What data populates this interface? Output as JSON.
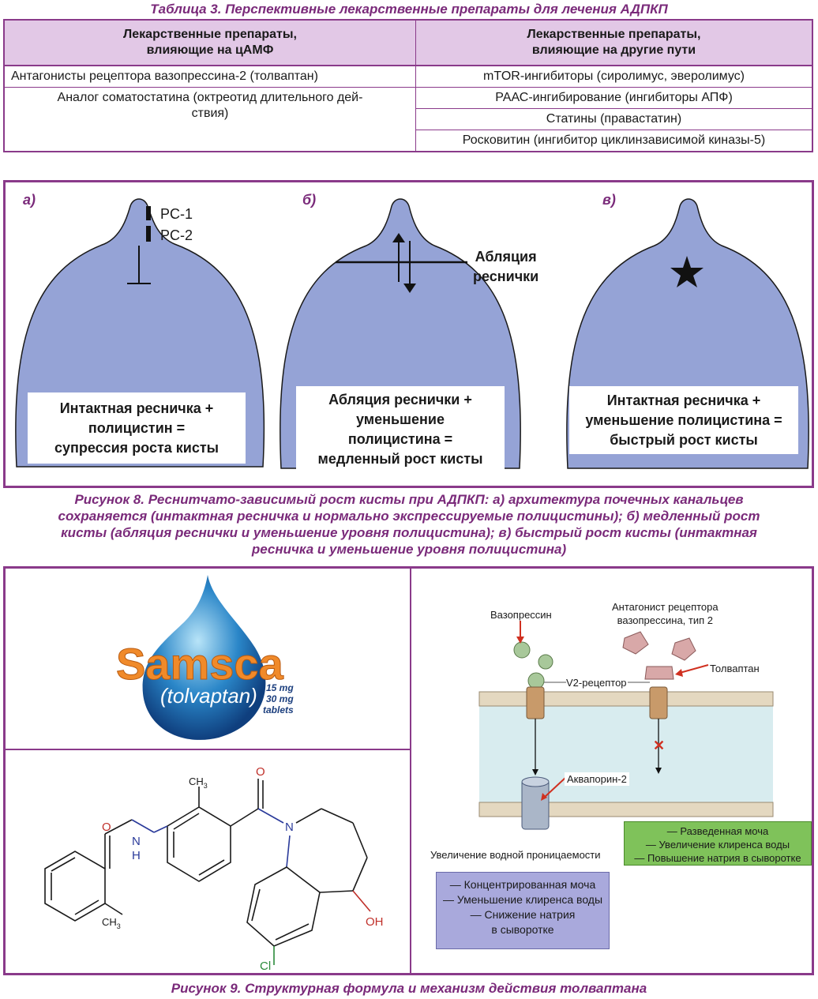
{
  "table": {
    "caption": "Таблица 3. Перспективные лекарственные препараты для лечения АДПКП",
    "header_left": "Лекарственные препараты,\nвлияющие на цАМФ",
    "header_right": "Лекарственные препараты,\nвлияющие на другие пути",
    "left_cells": [
      "Антагонисты рецептора вазопрессина-2 (толваптан)",
      "Аналог соматостатина (октреотид длительного дей-\nствия)"
    ],
    "right_cells": [
      "mTOR-ингибиторы (сиролимус, эверолимус)",
      "РААС-ингибирование (ингибиторы АПФ)",
      "Статины (правастатин)",
      "Росковитин (ингибитор циклинзависимой киназы-5)"
    ]
  },
  "figure8": {
    "panels": [
      {
        "letter": "а)",
        "text": "Интактная ресничка +\nполицистин =\nсупрессия роста кисты"
      },
      {
        "letter": "б)",
        "text": "Абляция реснички +\nуменьшение\nполицистина =\nмедленный рост кисты"
      },
      {
        "letter": "в)",
        "text": "Интактная ресничка +\nуменьшение полицистина =\nбыстрый рост кисты"
      }
    ],
    "pc1": "PC-1",
    "pc2": "PC-2",
    "ablation_label": "Абляция\nреснички",
    "bottle_color": "#95a3d6",
    "caption": "Рисунок 8. Реснитчато-зависимый рост кисты при АДПКП: а) архитектура почечных канальцев\nсохраняется (интактная ресничка и нормально экспрессируемые полицистины); б) медленный рост\nкисты (абляция реснички и уменьшение уровня полицистина); в) быстрый рост кисты (интактная\nресничка и уменьшение уровня полицистина)"
  },
  "figure9": {
    "logo": {
      "brand": "Samsca",
      "generic": "(tolvaptan)",
      "dose1": "15 mg",
      "dose2": "30 mg",
      "form": "tablets"
    },
    "formula_labels": {
      "ch3_top": "CH3",
      "o1": "O",
      "o2": "O",
      "n_ring": "N",
      "nh_n": "N",
      "nh_h": "H",
      "oh": "OH",
      "ch3_bottom": "CH3",
      "cl": "Cl"
    },
    "mechanism": {
      "vasopressin": "Вазопрессин",
      "antagonist": "Антагонист рецептора\nвазопрессина, тип 2",
      "tolvaptan": "Толваптан",
      "v2_receptor": "V2-рецептор",
      "aquaporin": "Аквапорин-2",
      "permeability": "Увеличение водной проницаемости",
      "green_box": [
        "— Разведенная моча",
        "— Увеличение клиренса воды",
        "— Повышение натрия в сыворотке"
      ],
      "blue_box": [
        "— Концентрированная моча",
        "— Уменьшение клиренса воды",
        "— Снижение натрия\nв сыворотке"
      ]
    },
    "caption": "Рисунок 9. Структурная формула и механизм действия толваптана"
  }
}
